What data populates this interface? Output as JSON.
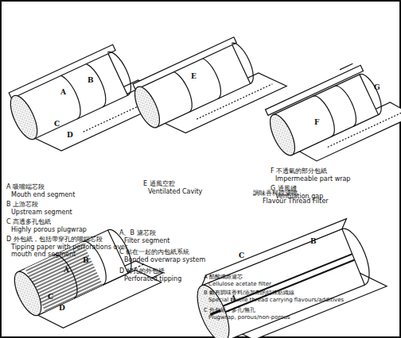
{
  "diagram": {
    "labels": [
      "A",
      "B",
      "C",
      "D",
      "A 吸嘴端芯段",
      "Mouth end segment",
      "B 上游芯段",
      "Upstream segment",
      "C 高透多孔包紙",
      "Highly porous plugwrap",
      "D 外包紙，包括帶穿孔的嘴端芯段",
      "Tipping paper with perforations over mouth end segment",
      "E",
      "E 通風空腔",
      "Ventilated Cavity",
      "F",
      "G",
      "F 不透氣的部分包紙",
      "Impermeable part wrap",
      "G 通風縫",
      "Ventilation gap",
      "A",
      "B",
      "C",
      "D",
      "A、B 濾芯段",
      "Filter segment",
      "C 黏在一起的內包紙系統",
      "Bonded overwrap system",
      "D 打孔的外包紙",
      "Perforated tipping",
      "調味香料線濾嘴",
      "Flavour Thread Filter",
      "A",
      "B",
      "C",
      "A 醋酸纖維濾芯",
      "Cellulose acetate filter",
      "B 載有調味香料/添加劑的特殊紡織線",
      "Special textile thread carrying flavours/additives",
      "C 外包紙，多孔/無孔",
      "Plugwrap, porous/non-porous"
    ]
  }
}
